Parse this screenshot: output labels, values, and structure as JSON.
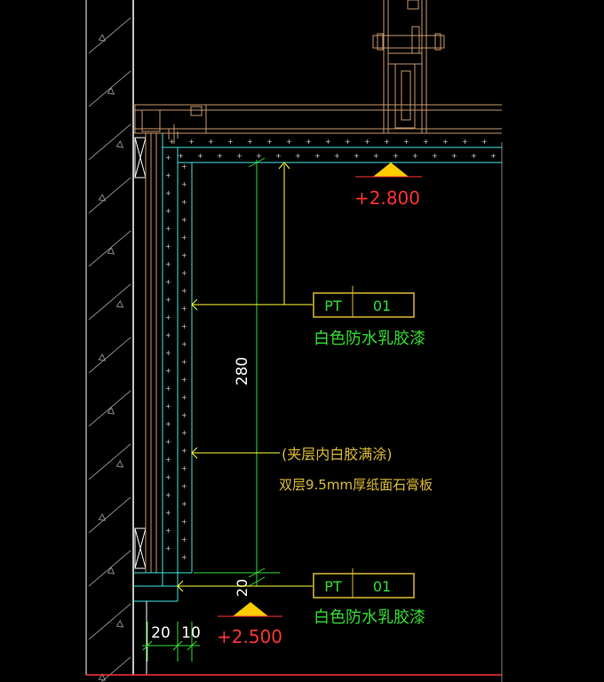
{
  "colors": {
    "background": "#000000",
    "wall": "#ffffff",
    "hatch": "#9a9a9a",
    "frame": "#c8986a",
    "board": "#3de8e0",
    "dimension": "#33dd33",
    "leader": "#ffff33",
    "elevation_text": "#ff3333",
    "elevation_mark": "#ffcc00",
    "tag_box": "#ddbb33",
    "tag_text": "#33dd33",
    "note_text": "#ddbb33"
  },
  "elevations": {
    "top": "+2.800",
    "bottom": "+2.500"
  },
  "dimensions": {
    "vertical_main": "280",
    "vertical_small": "20",
    "horiz_a": "20",
    "horiz_b": "10"
  },
  "tags": [
    {
      "code": "PT",
      "number": "01",
      "description": "白色防水乳胶漆"
    },
    {
      "code": "PT",
      "number": "01",
      "description": "白色防水乳胶漆"
    }
  ],
  "note": {
    "line1": "(夹层内白胶满涂)",
    "line2": "双层9.5mm厚纸面石膏板"
  }
}
